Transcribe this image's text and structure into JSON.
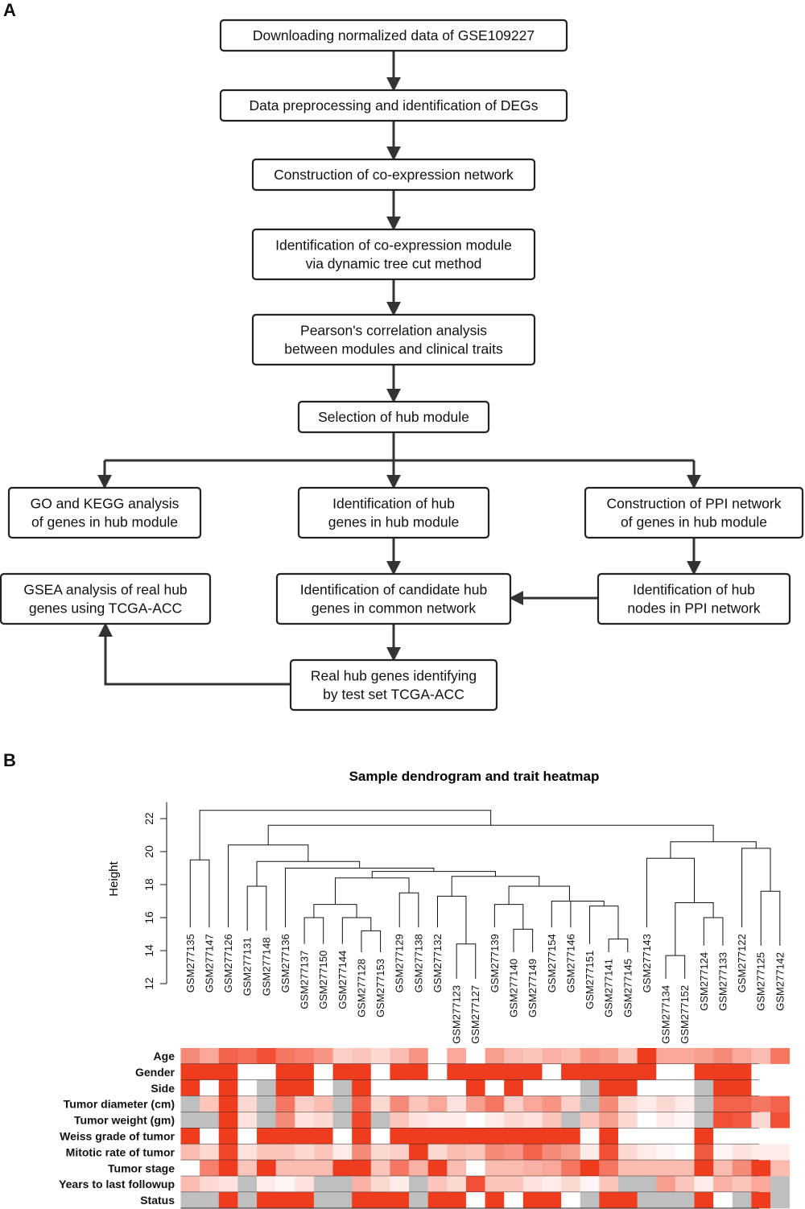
{
  "panels": {
    "a_label": "A",
    "b_label": "B"
  },
  "flowchart": {
    "steps": [
      {
        "id": "download",
        "lines": [
          "Downloading normalized data of GSE109227"
        ]
      },
      {
        "id": "preprocess",
        "lines": [
          "Data preprocessing and identification of DEGs"
        ]
      },
      {
        "id": "construct",
        "lines": [
          "Construction of co-expression network"
        ]
      },
      {
        "id": "module",
        "lines": [
          "Identification of co-expression module",
          "via dynamic tree cut method"
        ]
      },
      {
        "id": "pearson",
        "lines": [
          "Pearson's correlation analysis",
          "between modules and clinical traits"
        ]
      },
      {
        "id": "hubmodule",
        "lines": [
          "Selection of hub module"
        ]
      },
      {
        "id": "gokegg",
        "lines": [
          "GO and KEGG analysis",
          "of genes in hub module"
        ]
      },
      {
        "id": "hubgenes",
        "lines": [
          "Identification of hub",
          "genes in hub module"
        ]
      },
      {
        "id": "ppi",
        "lines": [
          "Construction of PPI network",
          "of genes in hub module"
        ]
      },
      {
        "id": "gsea",
        "lines": [
          "GSEA analysis of real hub",
          "genes using TCGA-ACC"
        ]
      },
      {
        "id": "candidate",
        "lines": [
          "Identification of candidate hub",
          "genes in common network"
        ]
      },
      {
        "id": "hubnodes",
        "lines": [
          "Identification of hub",
          "nodes in PPI network"
        ]
      },
      {
        "id": "realhub",
        "lines": [
          "Real hub genes identifying",
          "by test set TCGA-ACC"
        ]
      }
    ]
  },
  "chart_data": {
    "type": "heatmap",
    "title": "Sample dendrogram and trait heatmap",
    "ylabel": "Height",
    "ylim": [
      12,
      23
    ],
    "yticks": [
      12,
      14,
      16,
      18,
      20,
      22
    ],
    "leaves": [
      "GSM277135",
      "GSM277147",
      "GSM277126",
      "GSM277131",
      "GSM277148",
      "GSM277136",
      "GSM277137",
      "GSM277150",
      "GSM277144",
      "GSM277128",
      "GSM277153",
      "GSM277129",
      "GSM277138",
      "GSM277132",
      "GSM277123",
      "GSM277127",
      "GSM277139",
      "GSM277140",
      "GSM277149",
      "GSM277154",
      "GSM277146",
      "GSM277151",
      "GSM277141",
      "GSM277145",
      "GSM277143",
      "GSM277134",
      "GSM277152",
      "GSM277124",
      "GSM277133",
      "GSM277122",
      "GSM277125",
      "GSM277142"
    ],
    "leaf_heights": [
      15.4,
      15.4,
      15.4,
      15.2,
      15.2,
      15.4,
      14.4,
      14.4,
      14.4,
      13.9,
      13.9,
      15.4,
      15.4,
      15.4,
      12.3,
      12.3,
      15.4,
      13.9,
      13.9,
      15.4,
      15.4,
      14.4,
      13.9,
      13.9,
      15.4,
      12.3,
      12.3,
      14.3,
      14.3,
      15.4,
      14.3,
      14.3
    ],
    "merges": [
      {
        "a": -1,
        "b": -2,
        "h": 19.5
      },
      {
        "a": -4,
        "b": -5,
        "h": 17.9
      },
      {
        "a": -7,
        "b": -8,
        "h": 16.0
      },
      {
        "a": -10,
        "b": -11,
        "h": 15.2
      },
      {
        "a": -9,
        "b": 3,
        "h": 16.0
      },
      {
        "a": 2,
        "b": 4,
        "h": 16.8
      },
      {
        "a": -12,
        "b": -13,
        "h": 17.5
      },
      {
        "a": 5,
        "b": 6,
        "h": 18.4
      },
      {
        "a": -15,
        "b": -16,
        "h": 14.4
      },
      {
        "a": -14,
        "b": 8,
        "h": 17.3
      },
      {
        "a": -18,
        "b": -19,
        "h": 15.3
      },
      {
        "a": -17,
        "b": 10,
        "h": 16.8
      },
      {
        "a": -23,
        "b": -24,
        "h": 14.7
      },
      {
        "a": -22,
        "b": 12,
        "h": 16.7
      },
      {
        "a": -21,
        "b": 13,
        "h": 17.0
      },
      {
        "a": -20,
        "b": 14,
        "h": 17.0
      },
      {
        "a": 11,
        "b": 15,
        "h": 17.9
      },
      {
        "a": 9,
        "b": 16,
        "h": 18.5
      },
      {
        "a": 7,
        "b": 17,
        "h": 18.8
      },
      {
        "a": -6,
        "b": 18,
        "h": 19.0
      },
      {
        "a": 1,
        "b": 19,
        "h": 19.4
      },
      {
        "a": -3,
        "b": 20,
        "h": 20.4
      },
      {
        "a": -26,
        "b": -27,
        "h": 13.7
      },
      {
        "a": -28,
        "b": -29,
        "h": 16.0
      },
      {
        "a": 22,
        "b": 23,
        "h": 16.9
      },
      {
        "a": -25,
        "b": 24,
        "h": 19.6
      },
      {
        "a": -31,
        "b": -32,
        "h": 17.6
      },
      {
        "a": -30,
        "b": 26,
        "h": 20.2
      },
      {
        "a": 25,
        "b": 27,
        "h": 20.6
      },
      {
        "a": 21,
        "b": 28,
        "h": 21.6
      },
      {
        "a": 0,
        "b": 29,
        "h": 22.5
      }
    ],
    "traits": [
      "Age",
      "Gender",
      "Side",
      "Tumor diameter (cm)",
      "Tumor weight (gm)",
      "Weiss grade of tumor",
      "Mitotic rate of tumor",
      "Tumor stage",
      "Years to last followup",
      "Status"
    ],
    "heatmap_values": [
      [
        0.6,
        0.45,
        0.8,
        0.75,
        0.9,
        0.7,
        0.65,
        0.55,
        0.25,
        0.3,
        0.2,
        0.35,
        0.55,
        0.0,
        0.45,
        0.0,
        0.5,
        0.35,
        0.3,
        0.4,
        0.35,
        0.55,
        0.5,
        0.3,
        1.0,
        0.45,
        0.45,
        0.5,
        0.6,
        0.45,
        0.35,
        0.7
      ],
      [
        1,
        1,
        1,
        0,
        0,
        1,
        1,
        0,
        1,
        1,
        0,
        1,
        1,
        0,
        1,
        1,
        1,
        1,
        1,
        0,
        1,
        1,
        1,
        1,
        1,
        0,
        0,
        1,
        1,
        1,
        0,
        0
      ],
      [
        1,
        0,
        1,
        0,
        null,
        1,
        1,
        0,
        null,
        1,
        0,
        0,
        0,
        0,
        0,
        1,
        0,
        1,
        0,
        0,
        0,
        null,
        1,
        1,
        0,
        0,
        0,
        null,
        1,
        1,
        0,
        0
      ],
      [
        null,
        0.3,
        1.0,
        0.2,
        null,
        0.7,
        0.25,
        0.35,
        null,
        0.8,
        0.2,
        0.6,
        0.3,
        0.45,
        0.15,
        0.5,
        0.7,
        0.25,
        0.45,
        0.55,
        0.25,
        null,
        0.6,
        0.2,
        0.1,
        0.2,
        0.1,
        null,
        0.8,
        0.8,
        0.7,
        0.8
      ],
      [
        null,
        null,
        1.0,
        0.15,
        null,
        0.6,
        0.15,
        0.2,
        null,
        0.95,
        null,
        0.3,
        0.15,
        0.1,
        0.1,
        0.0,
        0.1,
        0.2,
        0.15,
        0.3,
        null,
        0.3,
        0.5,
        0.2,
        0.0,
        0.1,
        0.05,
        null,
        0.9,
        0.85,
        0.2,
        0.9
      ],
      [
        1,
        0,
        1,
        0,
        1,
        1,
        1,
        1,
        0,
        1,
        0,
        1,
        1,
        1,
        1,
        1,
        1,
        1,
        1,
        1,
        1,
        0,
        1,
        0,
        0,
        0,
        0,
        1,
        0,
        0,
        0,
        0
      ],
      [
        0.35,
        0.2,
        0.95,
        0.15,
        0.3,
        0.3,
        0.2,
        0.3,
        0.1,
        0.6,
        0.2,
        0.25,
        1.0,
        0.2,
        0.35,
        0.3,
        0.6,
        0.55,
        0.8,
        0.6,
        0.5,
        0.1,
        0.9,
        0.2,
        0.1,
        0.05,
        0.0,
        0.85,
        0.05,
        0.15,
        0.1,
        0.1
      ],
      [
        0.0,
        0.65,
        1.0,
        0.3,
        1.0,
        0.35,
        0.35,
        0.35,
        1.0,
        1.0,
        0.3,
        0.7,
        0.4,
        1.0,
        0.35,
        0.0,
        0.35,
        0.35,
        0.4,
        0.45,
        0.7,
        1.0,
        0.7,
        0.35,
        0.35,
        0.35,
        0.35,
        1.0,
        0.35,
        0.6,
        1.0,
        0.35
      ],
      [
        0.35,
        0.2,
        0.15,
        null,
        0.1,
        0.05,
        0.15,
        null,
        null,
        0.4,
        0.2,
        0.1,
        null,
        0.3,
        0.2,
        0.9,
        0.3,
        0.3,
        0.15,
        0.1,
        0.2,
        0.05,
        0.3,
        null,
        null,
        0.5,
        0.3,
        0.1,
        0.4,
        0.3,
        0.45,
        null
      ],
      [
        null,
        null,
        1,
        null,
        1,
        1,
        1,
        null,
        null,
        1,
        1,
        1,
        null,
        1,
        1,
        0,
        1,
        0,
        1,
        1,
        0,
        null,
        1,
        1,
        null,
        null,
        null,
        1,
        0,
        null,
        1,
        null
      ]
    ],
    "colors": {
      "high": "#f03c1e",
      "low": "#ffffff",
      "missing": "#bfbfbf"
    }
  }
}
